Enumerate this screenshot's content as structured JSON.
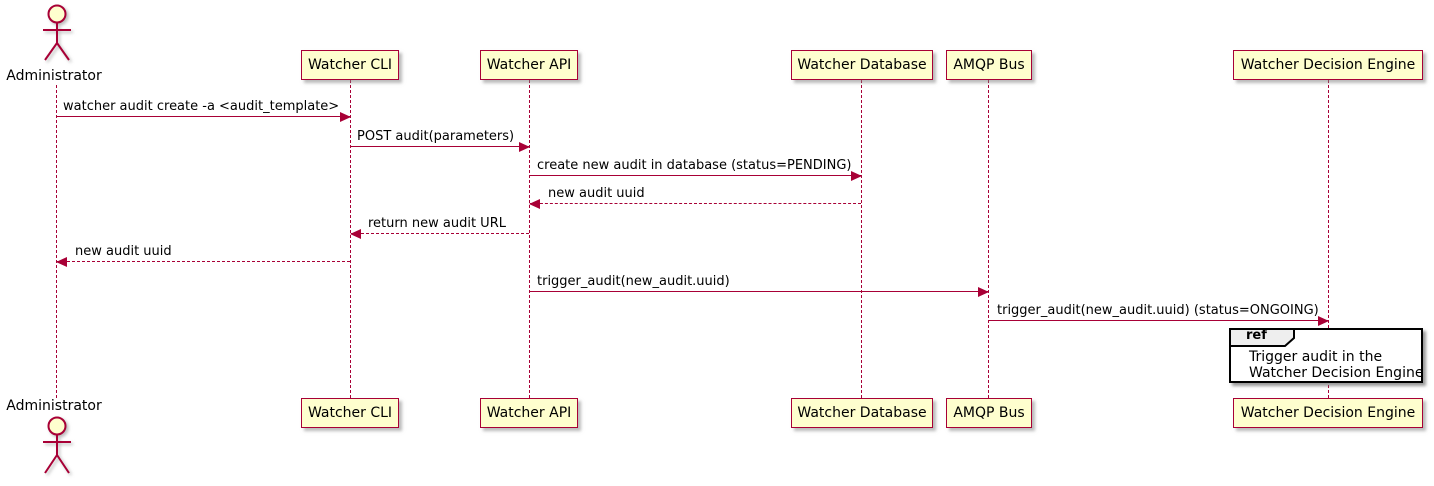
{
  "diagram": {
    "type": "sequence-diagram",
    "actor": {
      "name": "Administrator"
    },
    "participants": [
      {
        "name": "Watcher CLI"
      },
      {
        "name": "Watcher API"
      },
      {
        "name": "Watcher Database"
      },
      {
        "name": "AMQP Bus"
      },
      {
        "name": "Watcher Decision Engine"
      }
    ],
    "messages": [
      {
        "text": "watcher audit create -a <audit_template>",
        "from": "Administrator",
        "to": "Watcher CLI",
        "line": "solid",
        "direction": "right"
      },
      {
        "text": "POST audit(parameters)",
        "from": "Watcher CLI",
        "to": "Watcher API",
        "line": "solid",
        "direction": "right"
      },
      {
        "text": "create new audit in database (status=PENDING)",
        "from": "Watcher API",
        "to": "Watcher Database",
        "line": "solid",
        "direction": "right"
      },
      {
        "text": "new audit uuid",
        "from": "Watcher Database",
        "to": "Watcher API",
        "line": "dotted",
        "direction": "left"
      },
      {
        "text": "return new audit URL",
        "from": "Watcher API",
        "to": "Watcher CLI",
        "line": "dotted",
        "direction": "left"
      },
      {
        "text": "new audit uuid",
        "from": "Watcher CLI",
        "to": "Administrator",
        "line": "dotted",
        "direction": "left"
      },
      {
        "text": "trigger_audit(new_audit.uuid)",
        "from": "Watcher API",
        "to": "AMQP Bus",
        "line": "solid",
        "direction": "right"
      },
      {
        "text": "trigger_audit(new_audit.uuid) (status=ONGOING)",
        "from": "AMQP Bus",
        "to": "Watcher Decision Engine",
        "line": "solid",
        "direction": "right"
      }
    ],
    "ref_fragment": {
      "tag": "ref",
      "lines": [
        "Trigger audit in the",
        "Watcher Decision Engine"
      ]
    },
    "colors": {
      "participant_fill": "#FEFECE",
      "stroke": "#A80036",
      "text": "#000000",
      "ref_border": "#000000",
      "ref_tab_fill": "#EEEEEE",
      "background": "#FFFFFF"
    }
  }
}
